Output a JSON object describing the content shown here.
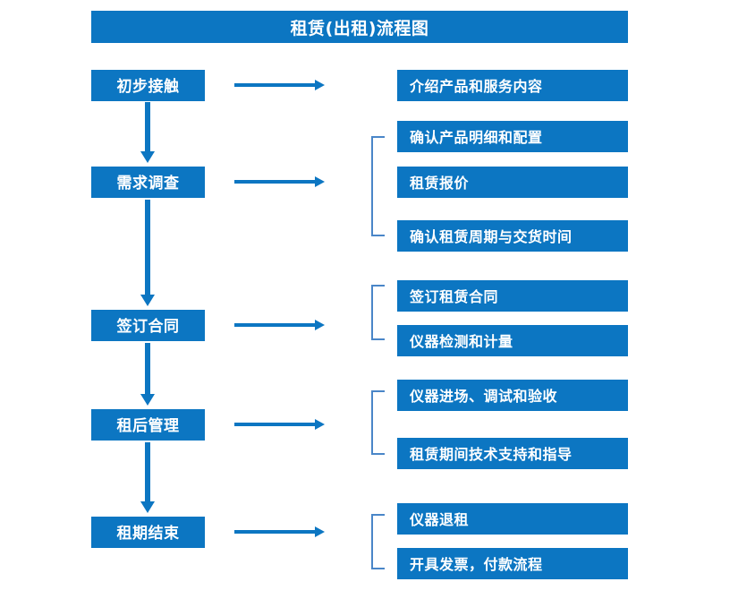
{
  "chart_data": {
    "type": "diagram",
    "title": "租赁(出租)流程图",
    "diagram_kind": "flowchart",
    "orientation": "vertical-stages-with-right-details"
  },
  "header": {
    "title": "租赁(出租)流程图"
  },
  "colors": {
    "box_fill": "#0c76c2",
    "box_text": "#ffffff",
    "arrow": "#0c76c2",
    "bracket": "#4a86c8",
    "background": "#ffffff"
  },
  "stages": [
    {
      "label": "初步接触",
      "arrow_name": "arrow-to-details-1",
      "details": [
        {
          "label": "介绍产品和服务内容"
        }
      ],
      "has_bracket": false
    },
    {
      "label": "需求调查",
      "arrow_name": "arrow-to-details-2",
      "details": [
        {
          "label": "确认产品明细和配置"
        },
        {
          "label": "租赁报价"
        },
        {
          "label": "确认租赁周期与交货时间"
        }
      ],
      "has_bracket": true
    },
    {
      "label": "签订合同",
      "arrow_name": "arrow-to-details-3",
      "details": [
        {
          "label": "签订租赁合同"
        },
        {
          "label": "仪器检测和计量"
        }
      ],
      "has_bracket": true
    },
    {
      "label": "租后管理",
      "arrow_name": "arrow-to-details-4",
      "details": [
        {
          "label": "仪器进场、调试和验收"
        },
        {
          "label": "租赁期间技术支持和指导"
        }
      ],
      "has_bracket": true
    },
    {
      "label": "租期结束",
      "arrow_name": "arrow-to-details-5",
      "details": [
        {
          "label": "仪器退租"
        },
        {
          "label": "开具发票，付款流程"
        }
      ],
      "has_bracket": true
    }
  ],
  "flow_connectors": [
    {
      "from": "初步接触",
      "to": "需求调查"
    },
    {
      "from": "需求调查",
      "to": "签订合同"
    },
    {
      "from": "签订合同",
      "to": "租后管理"
    },
    {
      "from": "租后管理",
      "to": "租期结束"
    }
  ]
}
